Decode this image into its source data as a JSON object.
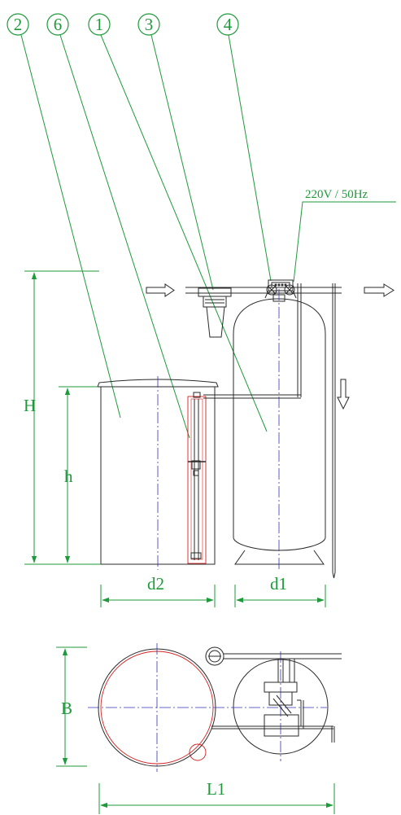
{
  "callouts": [
    "2",
    "6",
    "1",
    "3",
    "4"
  ],
  "power_label": "220V / 50Hz",
  "dimensions": {
    "H": "H",
    "h": "h",
    "d2": "d2",
    "d1": "d1",
    "B": "B",
    "L1": "L1"
  },
  "colors": {
    "outline": "#2a2a2a",
    "leader": "#1e9a3a",
    "centerline": "#3333bb",
    "accent": "#d42020"
  }
}
